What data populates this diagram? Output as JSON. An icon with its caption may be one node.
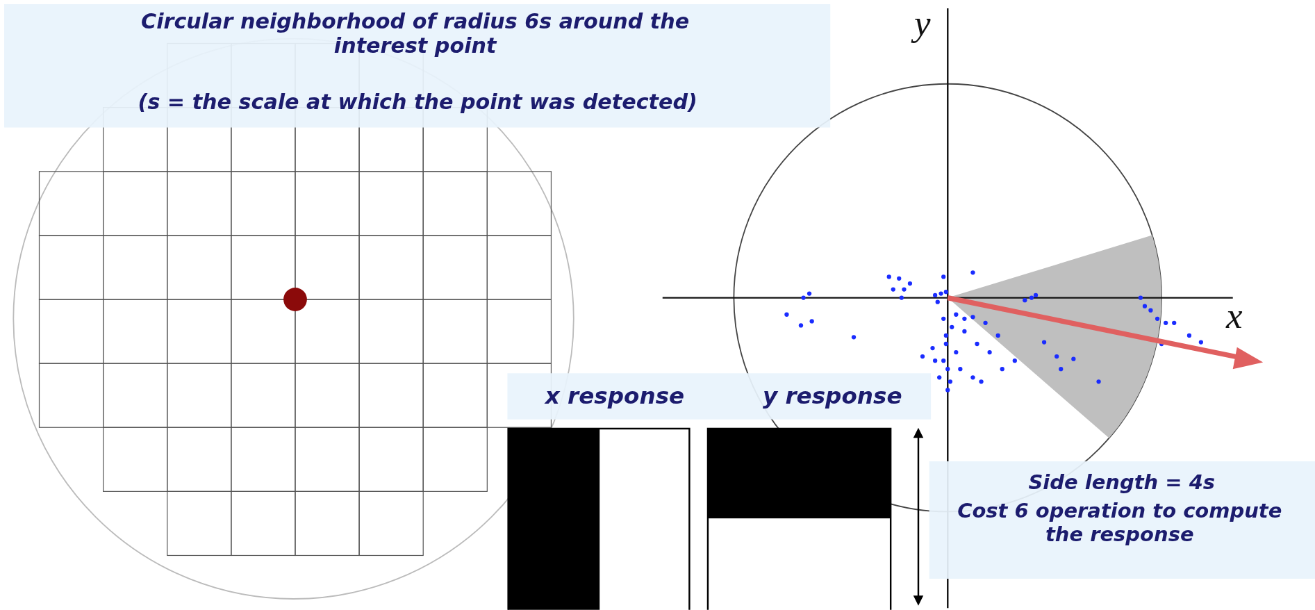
{
  "diagram": {
    "labels": [
      "Circular neighborhood of radius 6s around the interest point",
      "(s = the scale at which the point was detected)",
      "y",
      "x",
      "x response",
      "y response",
      "Side length = 4s",
      "Cost 6 operation to compute the response"
    ]
  }
}
